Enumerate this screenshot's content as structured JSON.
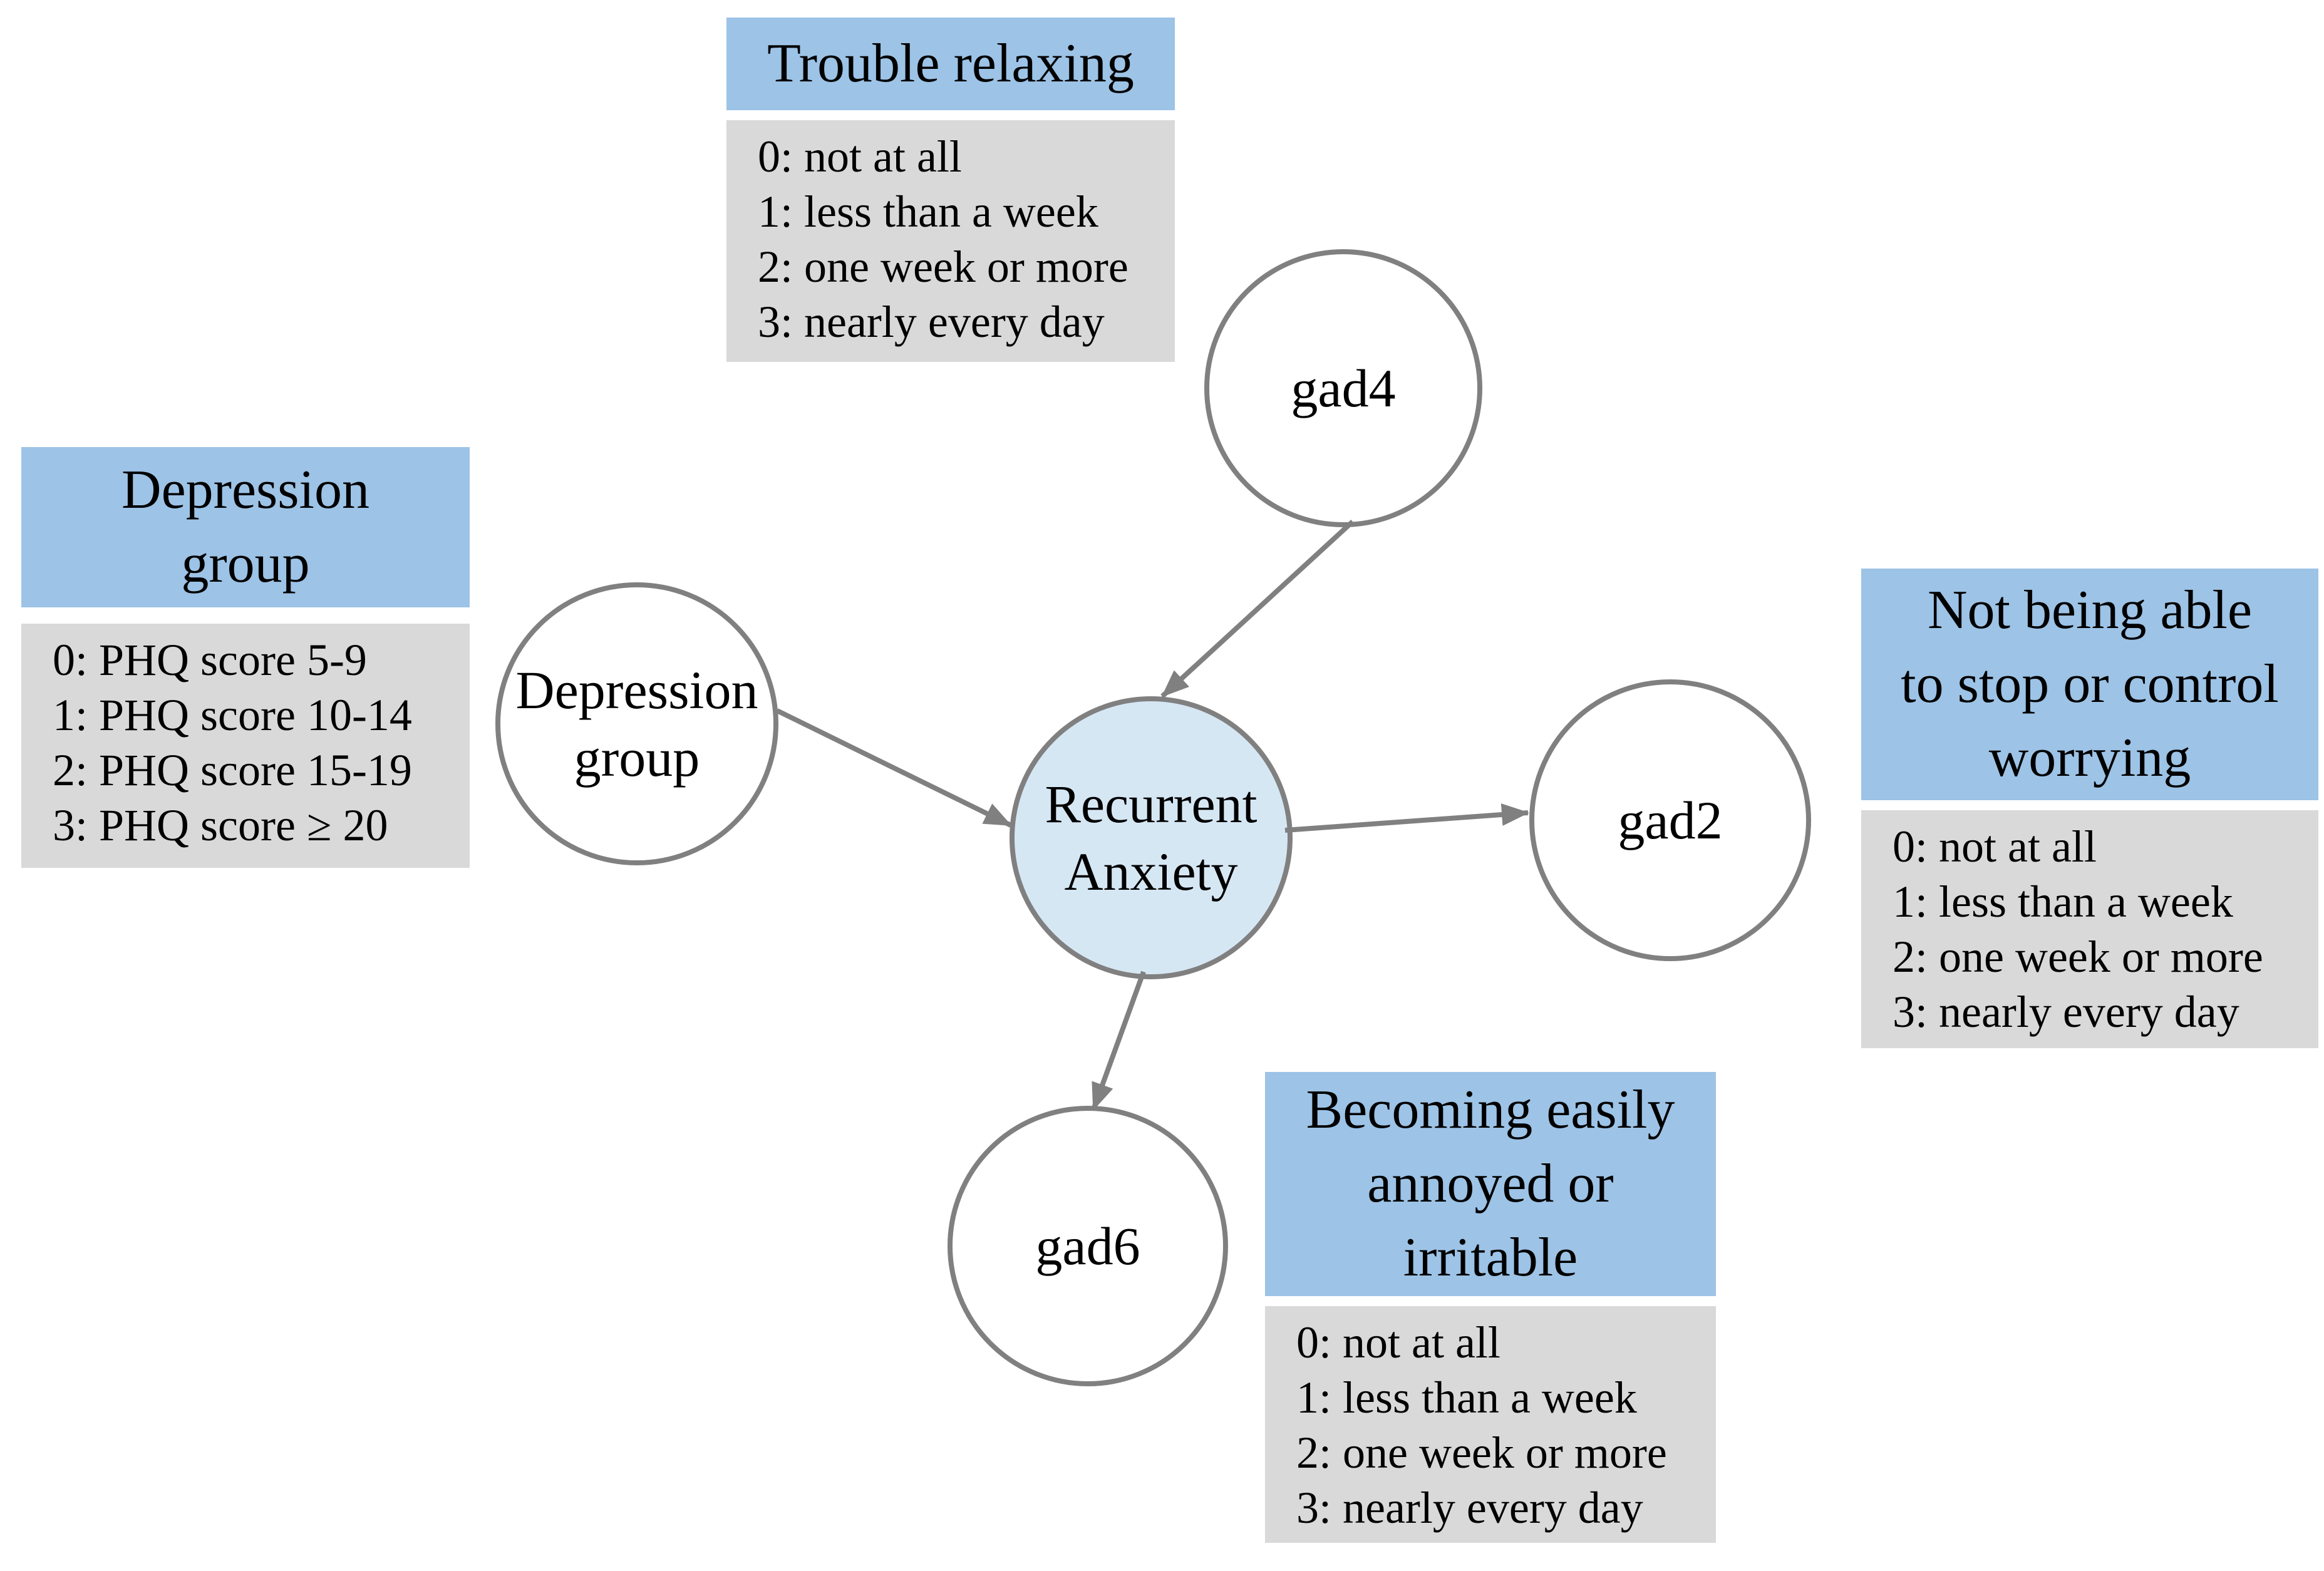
{
  "figure": {
    "type": "path-diagram",
    "background": "#FFFFFF"
  },
  "colors": {
    "legend_header_blue": "#9DC3E6",
    "legend_body_gray": "#D9D9D9",
    "center_node_fill": "#D6E7F4",
    "outer_node_fill": "#FFFFFF",
    "stroke_gray": "#808080",
    "text": "#000000"
  },
  "nodes": {
    "anxiety": {
      "label": "Recurrent\nAnxiety"
    },
    "gad4": {
      "label": "gad4"
    },
    "gad2": {
      "label": "gad2"
    },
    "gad6": {
      "label": "gad6"
    },
    "depression": {
      "label": "Depression\ngroup"
    }
  },
  "edges": [
    {
      "from": "gad4",
      "to": "anxiety"
    },
    {
      "from": "depression",
      "to": "anxiety"
    },
    {
      "from": "anxiety",
      "to": "gad2"
    },
    {
      "from": "anxiety",
      "to": "gad6"
    }
  ],
  "legends": {
    "trouble_relaxing": {
      "title": "Trouble relaxing",
      "items": [
        "0: not at all",
        "1: less than a week",
        "2: one week or more",
        "3: nearly every day"
      ]
    },
    "depression_group": {
      "title": "Depression\ngroup",
      "items": [
        "0: PHQ score 5-9",
        "1: PHQ score 10-14",
        "2: PHQ score 15-19",
        "3: PHQ score ≥ 20"
      ]
    },
    "stop_worrying": {
      "title": "Not being able\nto stop or control\nworrying",
      "items": [
        "0: not at all",
        "1: less than a week",
        "2: one week or more",
        "3: nearly every day"
      ]
    },
    "annoyed_irritable": {
      "title": "Becoming easily\nannoyed or\nirritable",
      "items": [
        "0: not at all",
        "1: less than a week",
        "2: one week or more",
        "3: nearly every day"
      ]
    }
  }
}
